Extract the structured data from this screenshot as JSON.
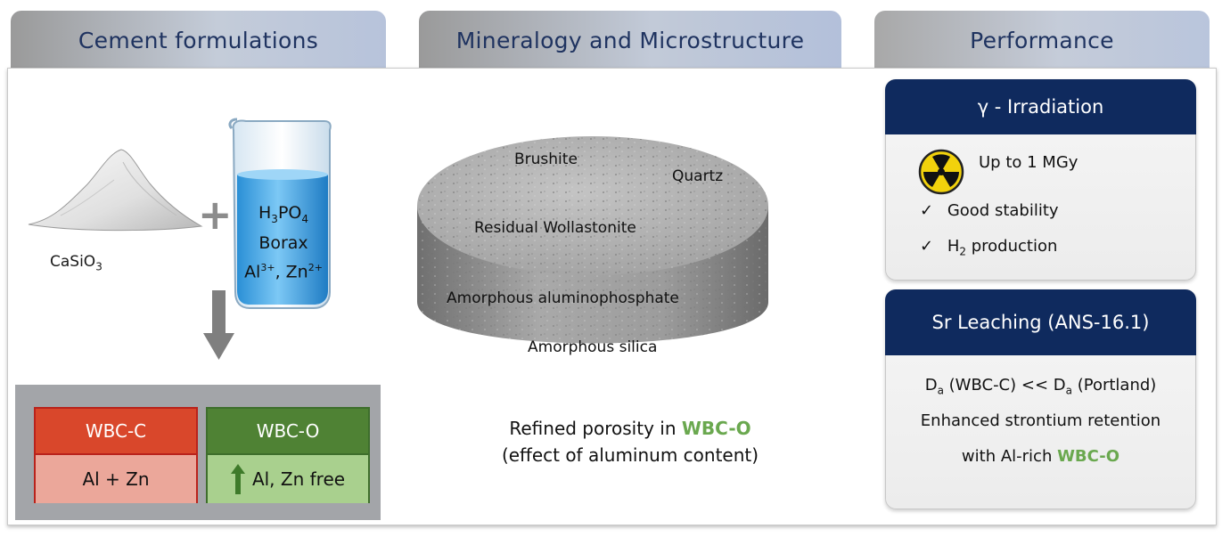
{
  "headers": {
    "formulations": "Cement formulations",
    "mineralogy": "Mineralogy and Microstructure",
    "performance": "Performance"
  },
  "formulation": {
    "powder_label_base": "CaSiO",
    "powder_label_sub": "3",
    "plus": "+",
    "beaker_line1_a": "H",
    "beaker_line1_b": "3",
    "beaker_line1_c": "PO",
    "beaker_line1_d": "4",
    "beaker_line2": "Borax",
    "beaker_line3_a": "Al",
    "beaker_line3_b": "3+",
    "beaker_line3_c": ", Zn",
    "beaker_line3_d": "2+"
  },
  "cards": [
    {
      "name": "WBC-C",
      "detail": "Al + Zn",
      "color": "#d9472b"
    },
    {
      "name": "WBC-O",
      "detail": "Al, Zn free",
      "color": "#4f8234"
    }
  ],
  "microstructure": {
    "phases": [
      "Brushite",
      "Quartz",
      "Residual Wollastonite",
      "Amorphous aluminophosphate",
      "Amorphous silica"
    ],
    "caption_line1_pre": "Refined porosity in ",
    "caption_line1_hl": "WBC-O",
    "caption_line2": "(effect of aluminum content)"
  },
  "irradiation": {
    "title": "γ - Irradiation",
    "dose": "Up to 1 MGy",
    "check1": "Good stability",
    "check2_a": "H",
    "check2_b": "2",
    "check2_c": " production",
    "check_mark": "✓"
  },
  "leaching": {
    "title": "Sr Leaching (ANS-16.1)",
    "line1_a": "D",
    "line1_b": "a",
    "line1_c": " (WBC-C) << D",
    "line1_d": "a",
    "line1_e": " (Portland)",
    "line2": "Enhanced strontium retention",
    "line3_pre": "with Al-rich ",
    "line3_hl": "WBC-O"
  },
  "colors": {
    "header_text": "#1f3360",
    "panel_header": "#0f2a5e",
    "highlight_green": "#6aa84f",
    "liquid_blue": "#3fa3e6",
    "radiation_yellow": "#f2d20c"
  }
}
